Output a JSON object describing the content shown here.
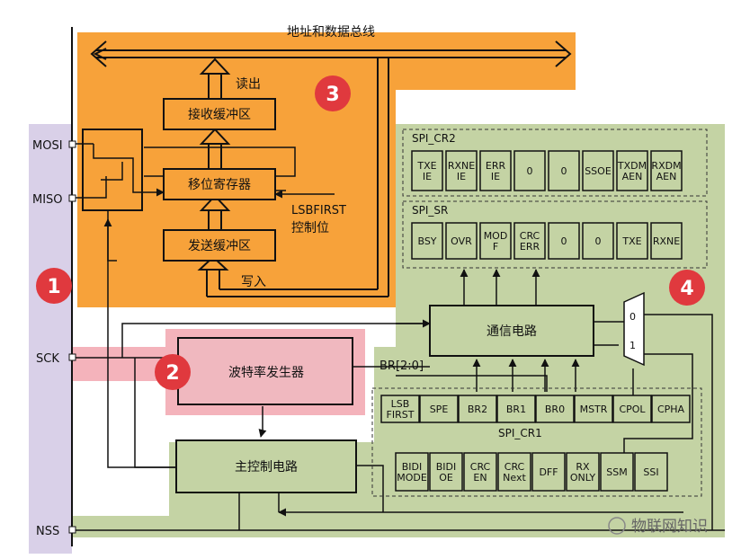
{
  "bus_label": "地址和数据总线",
  "pins": {
    "mosi": "MOSI",
    "miso": "MISO",
    "sck": "SCK",
    "nss": "NSS"
  },
  "blocks": {
    "rx_buffer": "接收缓冲区",
    "shift_register": "移位寄存器",
    "tx_buffer": "发送缓冲区",
    "baud_generator": "波特率发生器",
    "comm_circuit": "通信电路",
    "master_control": "主控制电路"
  },
  "labels": {
    "read": "读出",
    "write": "写入",
    "lsbfirst_1": "LSBFIRST",
    "lsbfirst_2": "控制位",
    "br": "BR[2:0]",
    "mux0": "0",
    "mux1": "1"
  },
  "badges": [
    "1",
    "2",
    "3",
    "4"
  ],
  "registers": {
    "cr2": {
      "name": "SPI_CR2",
      "bits": [
        [
          "TXE",
          "IE"
        ],
        [
          "RXNE",
          "IE"
        ],
        [
          "ERR",
          "IE"
        ],
        [
          "0"
        ],
        [
          "0"
        ],
        [
          "SSOE"
        ],
        [
          "TXDM",
          "AEN"
        ],
        [
          "RXDM",
          "AEN"
        ]
      ]
    },
    "sr": {
      "name": "SPI_SR",
      "bits": [
        [
          "BSY"
        ],
        [
          "OVR"
        ],
        [
          "MOD",
          "F"
        ],
        [
          "CRC",
          "ERR"
        ],
        [
          "0"
        ],
        [
          "0"
        ],
        [
          "TXE"
        ],
        [
          "RXNE"
        ]
      ]
    },
    "cr1": {
      "name": "SPI_CR1",
      "upper_bits": [
        [
          "LSB",
          "FIRST"
        ],
        [
          "SPE"
        ],
        [
          "BR2"
        ],
        [
          "BR1"
        ],
        [
          "BR0"
        ],
        [
          "MSTR"
        ],
        [
          "CPOL"
        ],
        [
          "CPHA"
        ]
      ],
      "lower_bits": [
        [
          "BIDI",
          "MODE"
        ],
        [
          "BIDI",
          "OE"
        ],
        [
          "CRC",
          "EN"
        ],
        [
          "CRC",
          "Next"
        ],
        [
          "DFF"
        ],
        [
          "RX",
          "ONLY"
        ],
        [
          "SSM"
        ],
        [
          "SSI"
        ]
      ]
    }
  },
  "watermark": "物联网知识",
  "colors": {
    "orange": "#f7a23a",
    "green": "#c4d3a4",
    "pin_column": "#d9d0e8",
    "sck_highlight": "#f4b3bb",
    "baud_fill": "#f0b8bf",
    "badge_red": "#e0393e"
  }
}
